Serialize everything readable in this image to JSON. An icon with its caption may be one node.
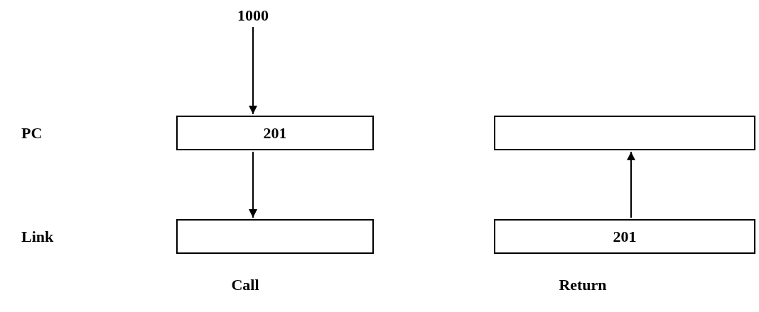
{
  "diagram": {
    "nodes": [
      {
        "text": [
          "1000"
        ]
      },
      {
        "text": [
          "201"
        ]
      },
      {
        "text": [],
        "shape": "box"
      },
      {
        "text": [],
        "shape": "box"
      },
      {
        "text": [
          "201"
        ]
      }
    ],
    "edges": [
      {
        "from": 0,
        "to": 1,
        "arrow": "to"
      },
      {
        "from": 1,
        "to": 2,
        "arrow": "to"
      },
      {
        "from": 4,
        "to": 3,
        "arrow": "to"
      }
    ],
    "labels": [
      "PC",
      "Link",
      "Call",
      "Return"
    ]
  }
}
